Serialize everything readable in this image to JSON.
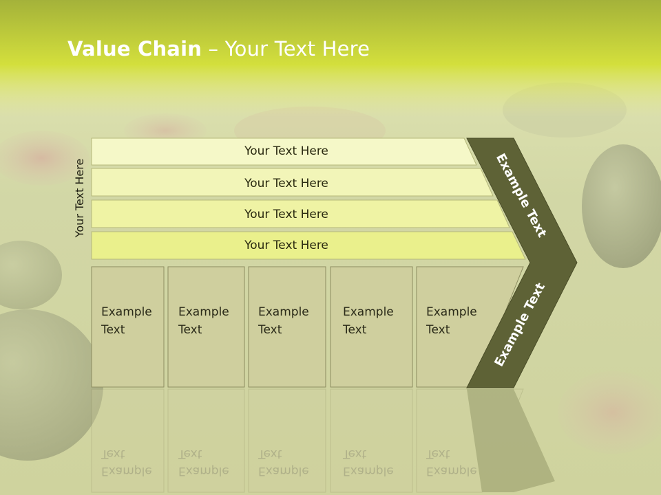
{
  "slide": {
    "title_bold": "Value Chain",
    "title_rest": " – Your Text Here",
    "side_label": "Your Text Here",
    "bars": [
      "Your Text Here",
      "Your Text Here",
      "Your Text Here",
      "Your Text Here"
    ],
    "boxes": [
      {
        "line1": "Example",
        "line2": "Text"
      },
      {
        "line1": "Example",
        "line2": "Text"
      },
      {
        "line1": "Example",
        "line2": "Text"
      },
      {
        "line1": "Example",
        "line2": "Text"
      },
      {
        "line1": "Example",
        "line2": "Text"
      }
    ],
    "chevron_top": "Example Text",
    "chevron_bottom": "Example Text"
  },
  "colors": {
    "header_top": "#a7b53a",
    "header_bright": "#dde64a",
    "bar_light": "#f5f8c8",
    "bar_strong": "#eaf08c",
    "box_fill": "#cfcf9e",
    "chevron": "#5e6236"
  }
}
